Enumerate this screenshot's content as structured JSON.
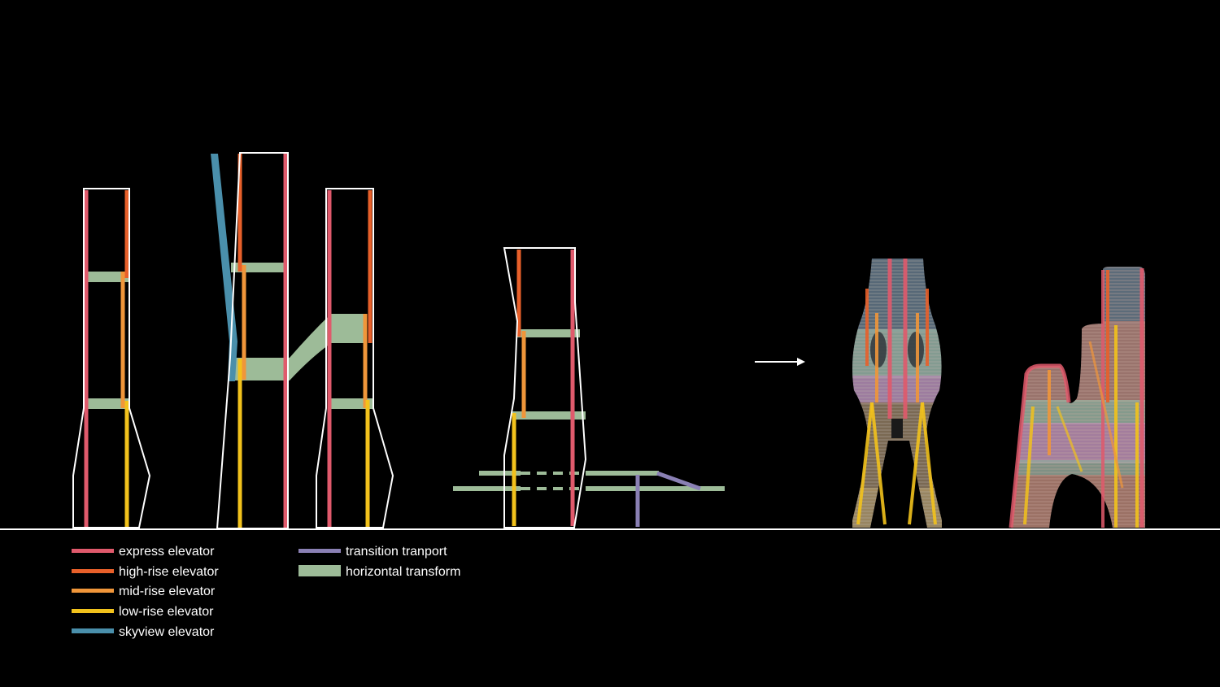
{
  "colors": {
    "background": "#000000",
    "outline": "#ffffff",
    "express": "#e05a6c",
    "high_rise": "#e8602a",
    "mid_rise": "#f0963a",
    "low_rise": "#f2c21c",
    "skyview": "#4a8fab",
    "transition": "#8a80b4",
    "horizontal": "#9dbb98"
  },
  "legend": {
    "express": "express elevator",
    "high_rise": "high-rise elevator",
    "mid_rise": "mid-rise elevator",
    "low_rise": "low-rise elevator",
    "skyview": "skyview elevator",
    "transition": "transition tranport",
    "horizontal": "horizontal transform"
  },
  "icons": {
    "arrow": "right-arrow-icon"
  }
}
